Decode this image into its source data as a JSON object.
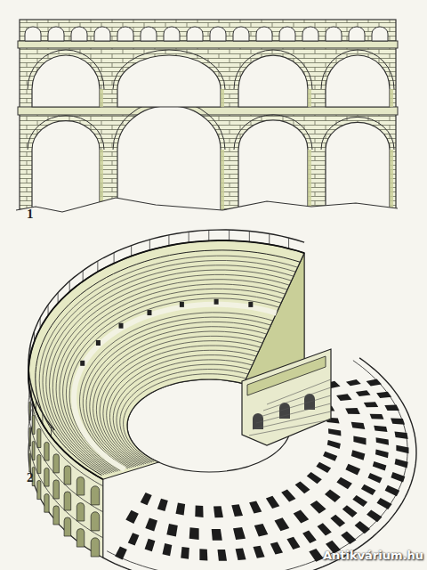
{
  "diagram": {
    "labels": [
      "1",
      "2",
      "Antikvárium.hu"
    ]
  }
}
